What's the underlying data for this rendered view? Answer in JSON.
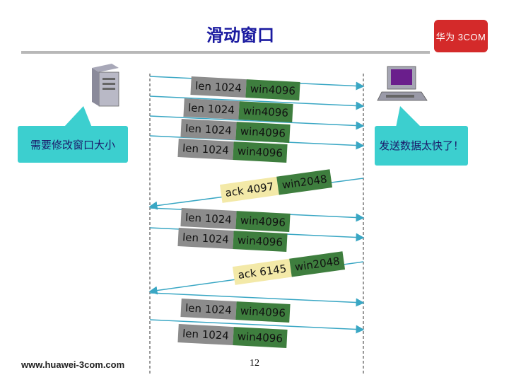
{
  "slide": {
    "title": "滑动窗口",
    "logo_text": "华为 3COM",
    "footer_url": "www.huawei-3com.com",
    "page_number": "12"
  },
  "callouts": {
    "left": "需要修改窗口大小",
    "right": "发送数据太快了！"
  },
  "sender_packets_1": [
    {
      "len": "len 1024",
      "win": "win4096"
    },
    {
      "len": "len 1024",
      "win": "win4096"
    },
    {
      "len": "len 1024",
      "win": "win4096"
    },
    {
      "len": "len 1024",
      "win": "win4096"
    }
  ],
  "ack_1": {
    "ack": "ack 4097",
    "win": "win2048"
  },
  "sender_packets_2": [
    {
      "len": "len 1024",
      "win": "win4096"
    },
    {
      "len": "len 1024",
      "win": "win4096"
    }
  ],
  "ack_2": {
    "ack": "ack 6145",
    "win": "win2048"
  },
  "sender_packets_3": [
    {
      "len": "len 1024",
      "win": "win4096"
    },
    {
      "len": "len 1024",
      "win": "win4096"
    }
  ],
  "colors": {
    "title": "#1a1aa0",
    "callout": "#3ccfcf",
    "arrow": "#3aa7c4",
    "win_band": "#3e7e3e",
    "len_band": "#8c8c8c",
    "ack_band": "#f3e9a8",
    "logo": "#d42a2a"
  },
  "icons": {
    "left_host": "server-tower-icon",
    "right_host": "desktop-computer-icon"
  }
}
